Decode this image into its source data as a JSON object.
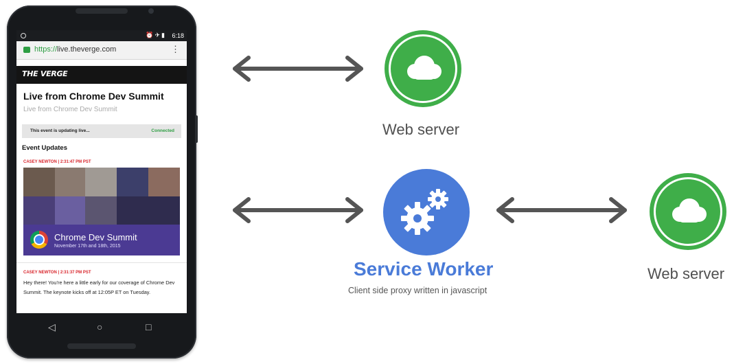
{
  "phone": {
    "status_time": "6:18",
    "url_protocol": "https://",
    "url_host": "live.theverge.com",
    "logo_text": "THE VERGE",
    "headline": "Live from Chrome Dev Summit",
    "subheadline": "Live from Chrome Dev Summit",
    "live_status_text": "This event is updating live...",
    "connection_status": "Connected",
    "updates_heading": "Event Updates",
    "update1": {
      "author": "CASEY NEWTON",
      "time": "2:31:47 PM PST"
    },
    "hero": {
      "title": "Chrome Dev Summit",
      "dates": "November 17th and 18th, 2015"
    },
    "update2": {
      "author": "CASEY NEWTON",
      "time": "2:31:37 PM PST",
      "text": "Hey there! You're here a little early for our coverage of Chrome Dev Summit. The keynote kicks off at 12:05P ET on Tuesday."
    }
  },
  "diagram": {
    "top_server_label": "Web server",
    "service_worker_title": "Service Worker",
    "service_worker_subtitle": "Client side proxy written in javascript",
    "right_server_label": "Web server"
  },
  "colors": {
    "server_green": "#3fae49",
    "service_worker_blue": "#4a7bd8",
    "arrow_gray": "#555555"
  },
  "icons": [
    "cloud-icon",
    "gears-icon",
    "double-arrow-icon",
    "lock-icon",
    "chrome-icon"
  ]
}
